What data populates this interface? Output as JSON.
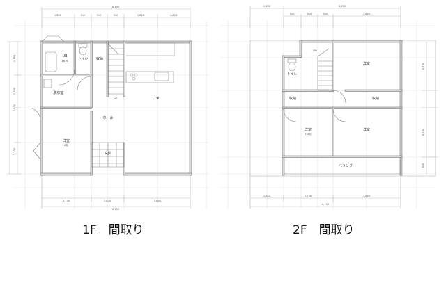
{
  "floor1": {
    "caption": "1F　間取り",
    "rooms": {
      "bath": "UB",
      "bath_size": "1616",
      "toilet": "トイレ",
      "storage": "収納",
      "dressing": "脱衣室",
      "stairs": "UP",
      "ldk": "LDK",
      "hall": "ホール",
      "western": "洋室",
      "western_size": "6帖",
      "entrance": "玄関"
    },
    "dims_top": {
      "total": "6,190",
      "parts": [
        "1,820",
        "910",
        "910",
        "910",
        "1,820",
        "1,820"
      ]
    },
    "dims_bottom": {
      "total": "6,190",
      "parts": [
        "2,730",
        "1,820",
        "3,640"
      ]
    },
    "dims_left": [
      "1,365",
      "1,365",
      "1,820",
      "2,730"
    ]
  },
  "floor2": {
    "caption": "2F　間取り",
    "rooms": {
      "toilet": "トイレ",
      "stairs": "DN",
      "western_n": "洋室",
      "storage_l": "収納",
      "storage_r": "収納",
      "western_sw": "洋室",
      "western_sw_size": "4.5帖",
      "western_se": "洋室",
      "veranda": "ベランダ"
    },
    "dims_top": {
      "left": "1,820",
      "total": "6,370",
      "parts": [
        "910",
        "910",
        "910",
        "3,640"
      ]
    },
    "dims_bottom": {
      "total": "6,190",
      "parts": [
        "1,820",
        "2,730",
        "3,640"
      ]
    },
    "dims_right": [
      "2,730",
      "2,730",
      "910"
    ]
  }
}
